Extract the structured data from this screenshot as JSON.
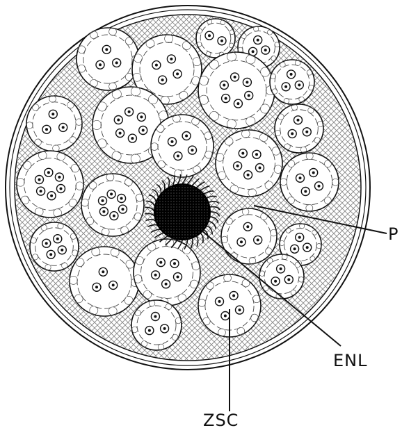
{
  "labels": {
    "p": "P",
    "enl": "ENL",
    "zsc": "ZSC"
  },
  "colors": {
    "ink": "#111111",
    "paper": "#ffffff"
  }
}
